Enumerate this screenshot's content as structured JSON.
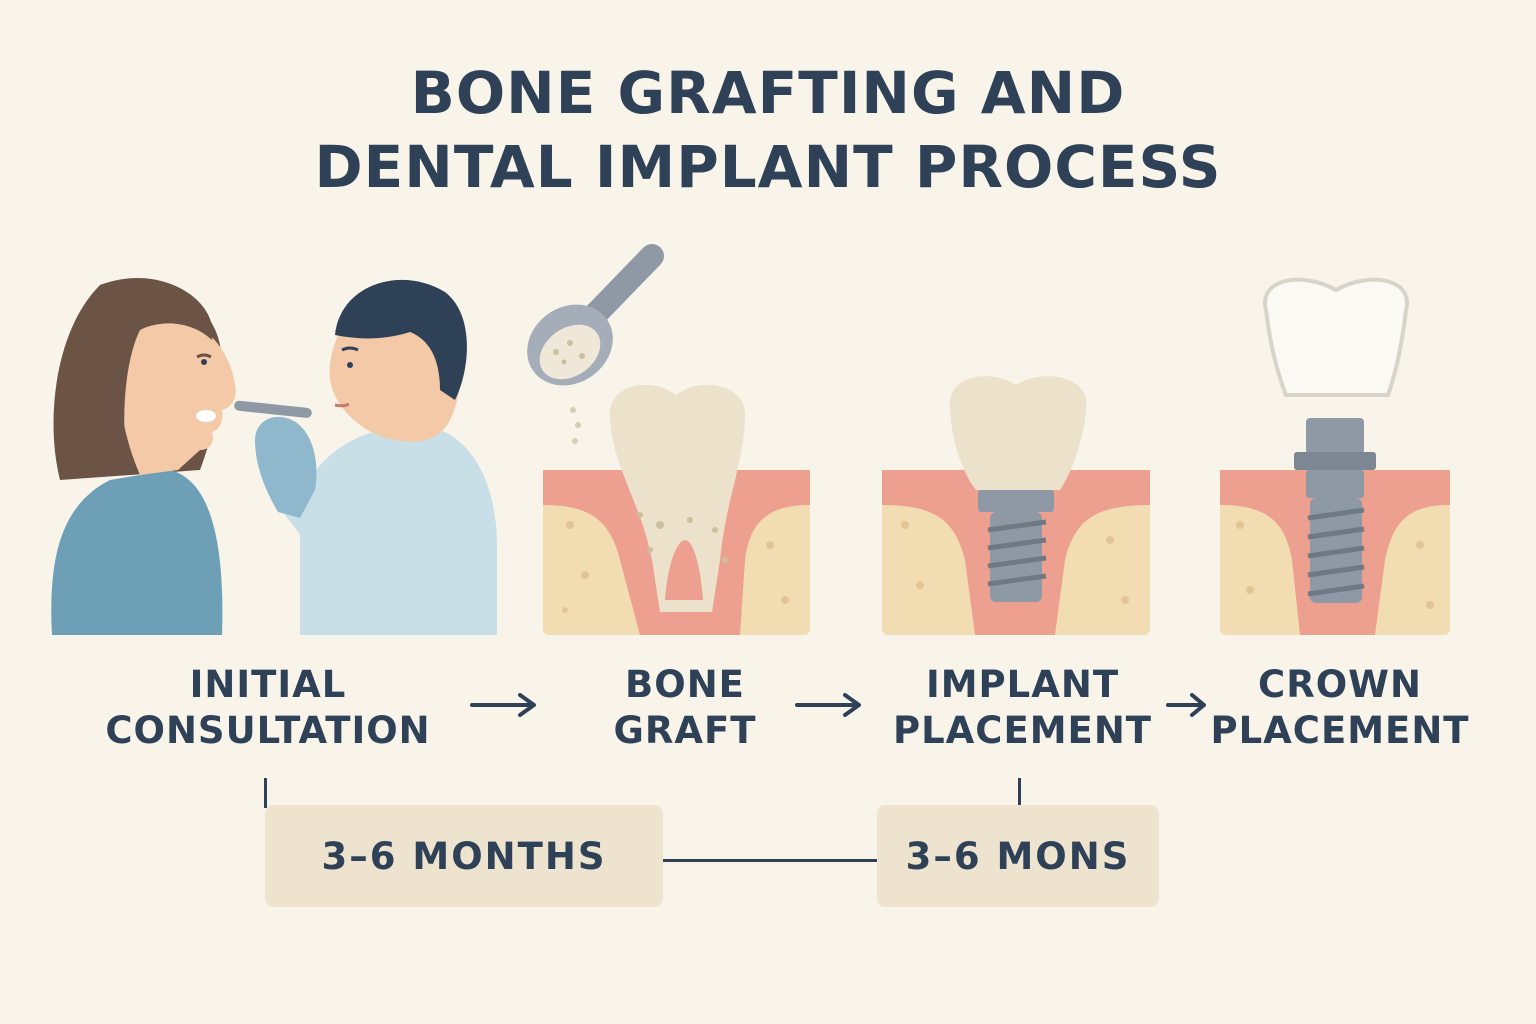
{
  "title": {
    "line1": "BONE GRAFTING AND",
    "line2": "DENTAL IMPLANT PROCESS"
  },
  "steps": [
    {
      "line1": "INITIAL",
      "line2": "CONSULTATION"
    },
    {
      "line1": "BONE",
      "line2": "GRAFT"
    },
    {
      "line1": "IMPLANT",
      "line2": "PLACEMENT"
    },
    {
      "line1": "CROWN",
      "line2": "PLACEMENT"
    }
  ],
  "durations": [
    {
      "label": "3–6 MONTHS"
    },
    {
      "label": "3–6 MONS"
    }
  ],
  "icons": [
    "patient-illustration",
    "dentist-illustration",
    "bone-graft-spoon-icon",
    "natural-tooth-icon",
    "implant-with-crown-icon",
    "implant-abutment-icon",
    "crown-icon",
    "arrow-right-icon"
  ],
  "colors": {
    "background": "#f8f4ea",
    "text": "#2f4157",
    "gum": "#eea090",
    "bone": "#f2dcb2",
    "tooth": "#ece2cc",
    "metal": "#8f99a6",
    "duration_box": "#ede3cf"
  }
}
